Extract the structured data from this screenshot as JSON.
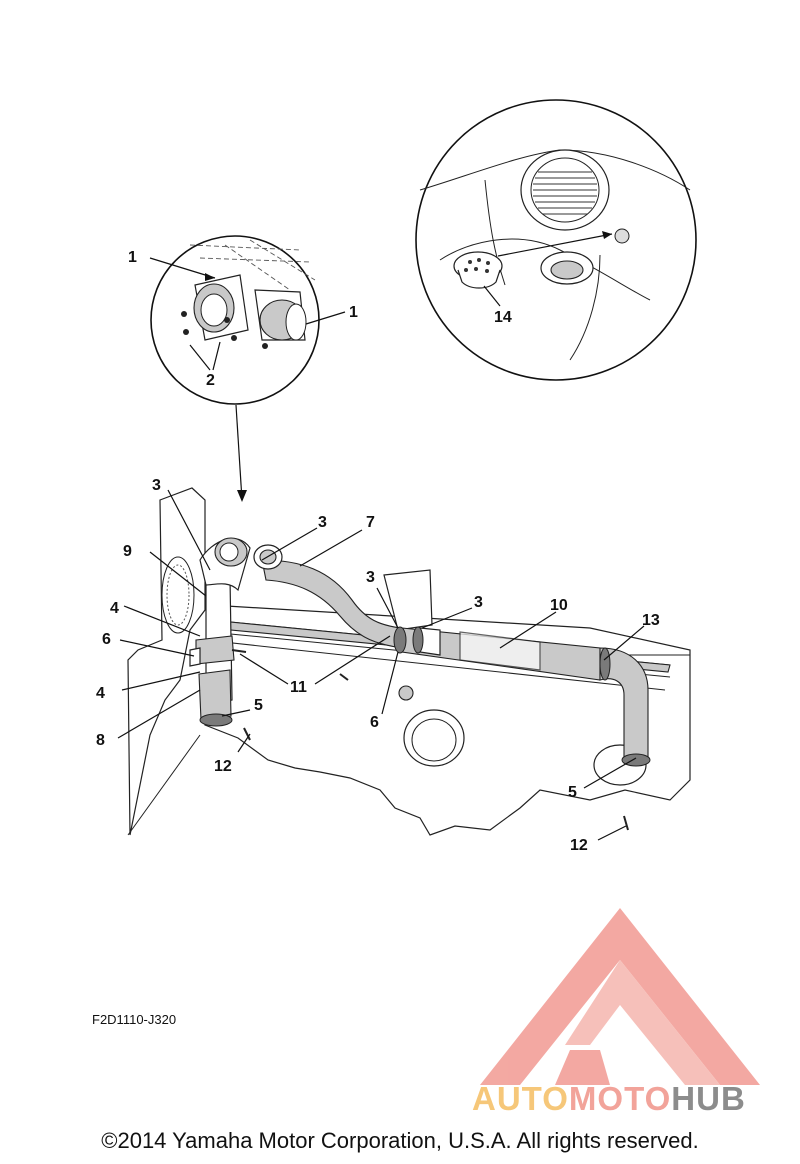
{
  "diagram": {
    "callouts": {
      "c1a": "1",
      "c1b": "1",
      "c2": "2",
      "c3a": "3",
      "c3b": "3",
      "c3c": "3",
      "c3d": "3",
      "c4a": "4",
      "c4b": "4",
      "c5a": "5",
      "c5b": "5",
      "c6a": "6",
      "c6b": "6",
      "c7": "7",
      "c8": "8",
      "c9": "9",
      "c10": "10",
      "c11": "11",
      "c12a": "12",
      "c12b": "12",
      "c13": "13",
      "c14": "14"
    },
    "figure_code": "F2D1110-J320",
    "copyright": "©2014 Yamaha Motor Corporation, U.S.A. All rights reserved."
  },
  "watermark": {
    "part1": "AUTO",
    "part2": "MOTO",
    "part3": "HUB",
    "colors": {
      "auto": "#f6c779",
      "moto": "#f2a39a",
      "hub": "#8c8c8c",
      "triangle": "#f19a92"
    }
  }
}
